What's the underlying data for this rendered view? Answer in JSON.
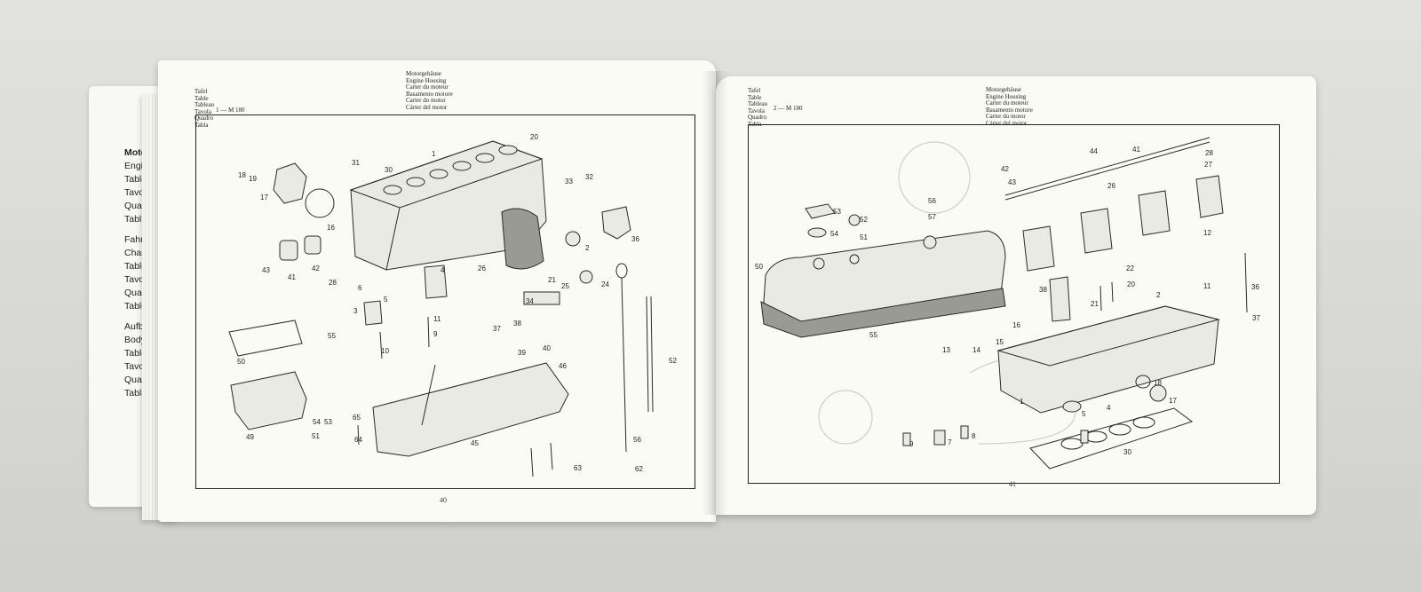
{
  "back_page": {
    "groups": [
      [
        "Moto",
        "Engi",
        "Table",
        "Tavo",
        "Quad",
        "Tabl"
      ],
      [
        "Fahr",
        "Chas",
        "Table",
        "Tavo",
        "Quad",
        "Table"
      ],
      [
        "Aufb",
        "Body",
        "Table",
        "Tavol",
        "Quad",
        "Tabla"
      ]
    ]
  },
  "left_page": {
    "header_left": [
      "Tafel",
      "Table",
      "Tableau",
      "Tavola",
      "Quadro",
      "Tabla"
    ],
    "plate": "1 — M 180",
    "header_title": [
      "Motorgehäuse",
      "Engine Housing",
      "Carter du moteur",
      "Basamento motore",
      "Carter do motor",
      "Cárter del motor"
    ],
    "page_number": "40",
    "labels": [
      "1",
      "2",
      "3",
      "4",
      "5",
      "6",
      "9",
      "10",
      "11",
      "16",
      "17",
      "18",
      "19",
      "20",
      "21",
      "24",
      "25",
      "26",
      "28",
      "30",
      "31",
      "32",
      "33",
      "34",
      "36",
      "37",
      "38",
      "39",
      "40",
      "41",
      "42",
      "43",
      "45",
      "46",
      "49",
      "50",
      "51",
      "52",
      "53",
      "54",
      "55",
      "56",
      "62",
      "63",
      "64",
      "65"
    ]
  },
  "right_page": {
    "header_left": [
      "Tafel",
      "Table",
      "Tableau",
      "Tavola",
      "Quadro",
      "Tabla"
    ],
    "plate": "2 — M 180",
    "header_title": [
      "Motorgehäuse",
      "Engine Housing",
      "Carter du moteur",
      "Basamento motore",
      "Carter do motor",
      "Cárter del motor"
    ],
    "page_number": "41",
    "labels": [
      "1",
      "2",
      "4",
      "5",
      "7",
      "8",
      "9",
      "11",
      "12",
      "13",
      "14",
      "15",
      "16",
      "17",
      "18",
      "20",
      "21",
      "22",
      "26",
      "27",
      "28",
      "30",
      "36",
      "37",
      "38",
      "41",
      "42",
      "43",
      "44",
      "50",
      "51",
      "52",
      "53",
      "54",
      "55",
      "56",
      "57"
    ]
  }
}
